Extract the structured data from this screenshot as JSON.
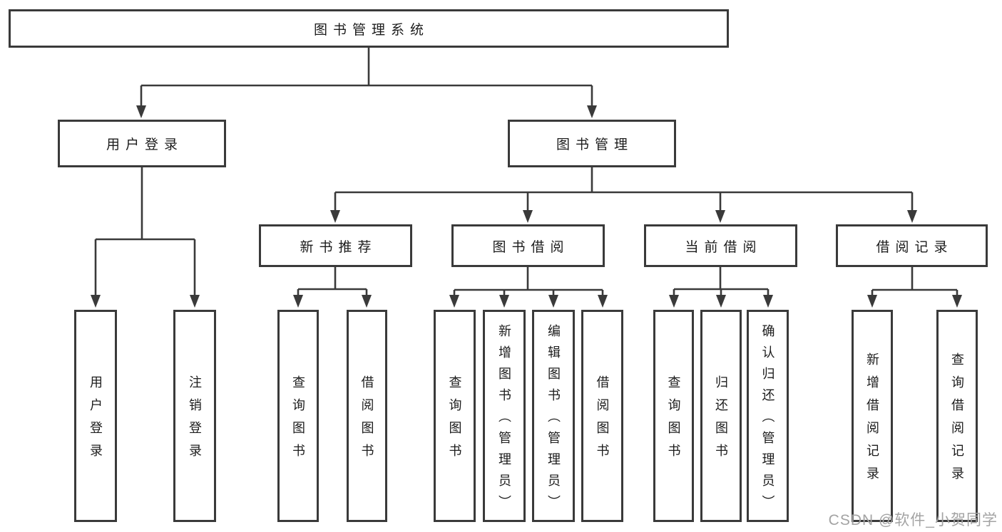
{
  "tree": {
    "root": {
      "label": "图书管理系统",
      "children": [
        {
          "label": "用户登录",
          "children": [
            {
              "label": "用户登录"
            },
            {
              "label": "注销登录"
            }
          ]
        },
        {
          "label": "图书管理",
          "children": [
            {
              "label": "新书推荐",
              "children": [
                {
                  "label": "查询图书"
                },
                {
                  "label": "借阅图书"
                }
              ]
            },
            {
              "label": "图书借阅",
              "children": [
                {
                  "label": "查询图书"
                },
                {
                  "label": "新增图书（管理员）"
                },
                {
                  "label": "编辑图书（管理员）"
                },
                {
                  "label": "借阅图书"
                }
              ]
            },
            {
              "label": "当前借阅",
              "children": [
                {
                  "label": "查询图书"
                },
                {
                  "label": "归还图书"
                },
                {
                  "label": "确认归还（管理员）"
                }
              ]
            },
            {
              "label": "借阅记录",
              "children": [
                {
                  "label": "新增借阅记录"
                },
                {
                  "label": "查询借阅记录"
                }
              ]
            }
          ]
        }
      ]
    }
  },
  "watermark": {
    "text": "CSDN @软件_小贺同学"
  },
  "colors": {
    "line": "#3a3a3a",
    "text": "#1c1c1c",
    "watermark": "#a3a3a3",
    "background": "#ffffff"
  }
}
